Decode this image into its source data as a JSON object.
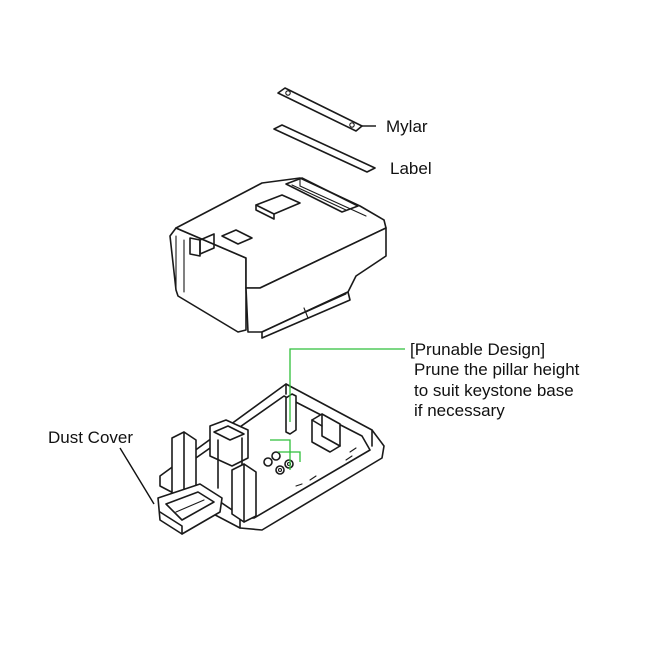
{
  "labels": {
    "mylar": "Mylar",
    "label": "Label",
    "dust_cover": "Dust Cover"
  },
  "note": {
    "title": "[Prunable Design]",
    "lines": [
      "Prune the pillar height",
      "to suit keystone base",
      "if necessary"
    ]
  },
  "colors": {
    "line_art": "#1a1a1a",
    "callout_green": "#2fbf3a",
    "background": "#ffffff"
  }
}
